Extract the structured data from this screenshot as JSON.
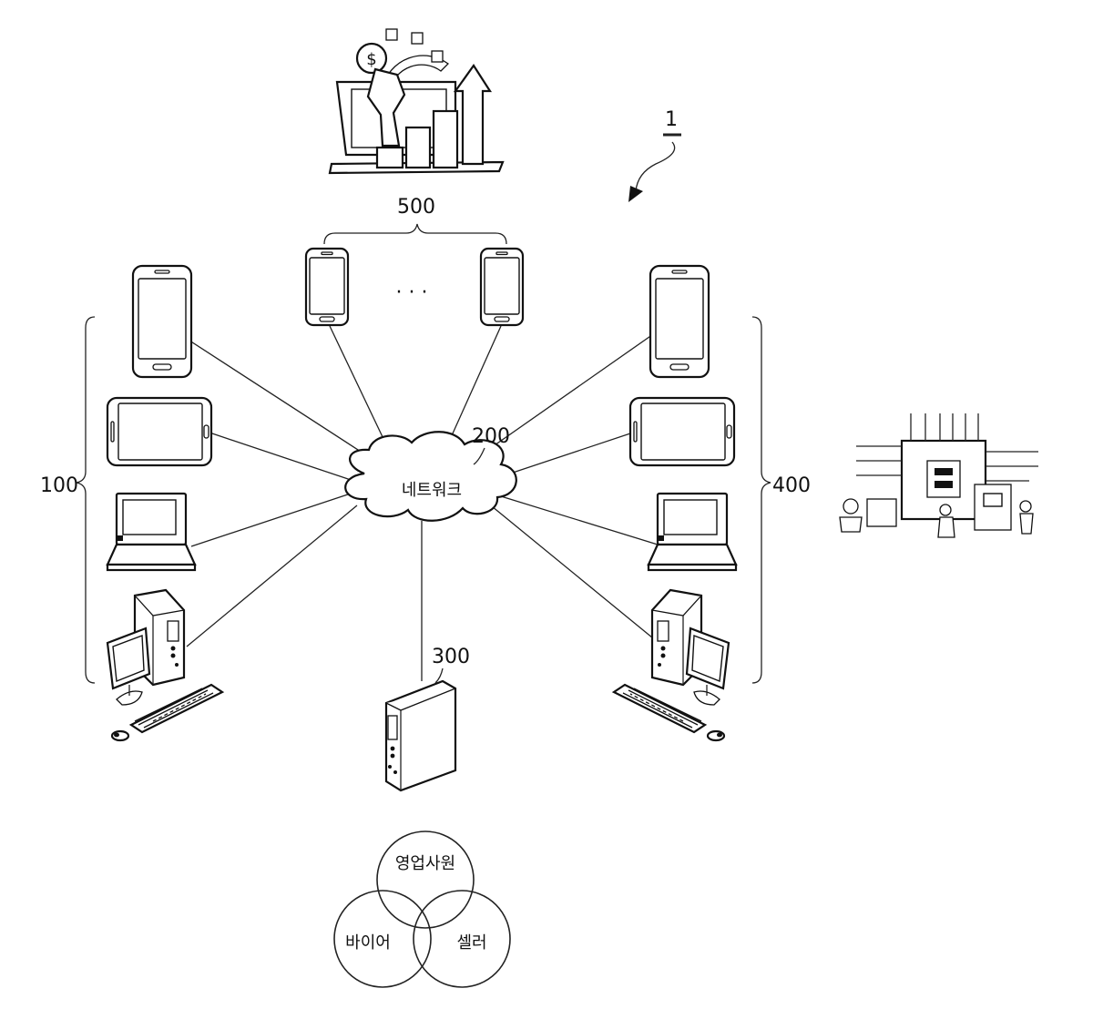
{
  "labels": {
    "system": "1",
    "user_terminals": "100",
    "network": "200",
    "server": "300",
    "supplier_terminals": "400",
    "other_terminals": "500",
    "ellipsis": "· · ·"
  },
  "network_text": "네트워크",
  "venn": {
    "top": "영업사원",
    "left": "바이어",
    "right": "셀러"
  },
  "icons": {
    "business": "business-growth-illustration-icon",
    "factory": "semiconductor-factory-illustration-icon"
  }
}
